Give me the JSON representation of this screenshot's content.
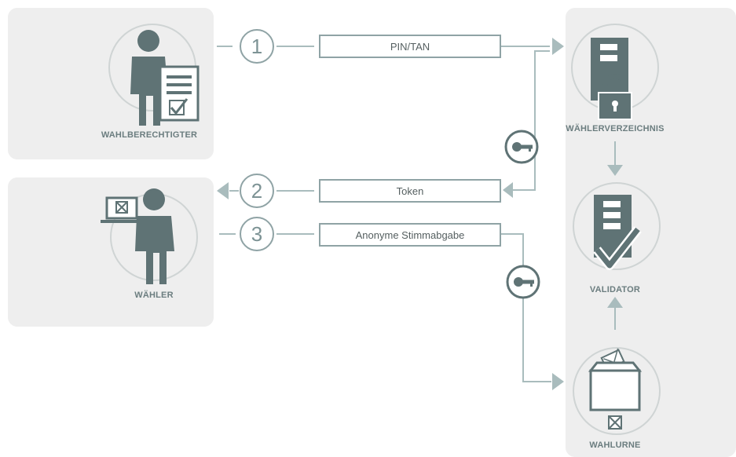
{
  "actors": {
    "wahlberechtigter": "WAHLBERECHTIGTER",
    "waehler": "WÄHLER",
    "waehlerverzeichnis": "WÄHLERVERZEICHNIS",
    "validator": "VALIDATOR",
    "wahlurne": "WAHLURNE"
  },
  "steps": [
    {
      "number": "1",
      "message": "PIN/TAN"
    },
    {
      "number": "2",
      "message": "Token"
    },
    {
      "number": "3",
      "message": "Anonyme Stimmabgabe"
    }
  ],
  "colors": {
    "line": "#a9bcbd",
    "icon": "#5f7375",
    "panel": "#eeeeee",
    "step_border": "#8fa3a5"
  },
  "icons": [
    "person-icon",
    "document-check-icon",
    "laptop-icon",
    "server-icon",
    "lock-icon",
    "checkmark-icon",
    "ballot-box-icon",
    "key-icon"
  ]
}
